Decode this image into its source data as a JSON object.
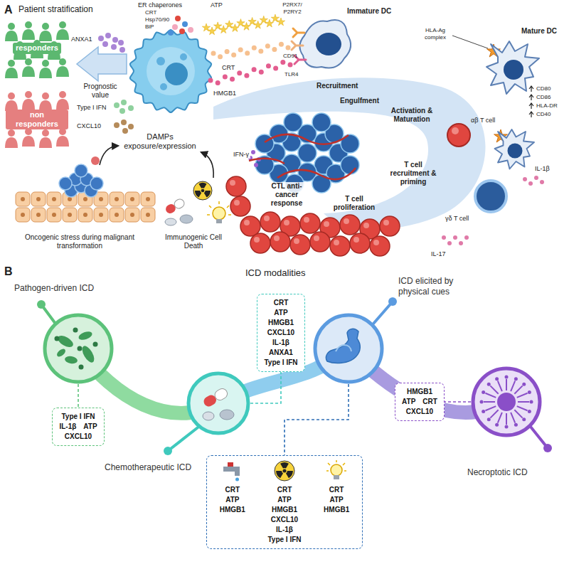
{
  "diagram": {
    "nodes": [
      {
        "text": [
          "responders"
        ]
      },
      {
        "text": [
          "non responders"
        ]
      },
      {
        "text": [
          "Pathogen-driven ICD"
        ]
      },
      {
        "text": [
          "Chemotherapeutic ICD"
        ]
      },
      {
        "text": [
          "ICD elicited by physical cues"
        ]
      },
      {
        "text": [
          "Necroptotic ICD"
        ]
      },
      {
        "text": [
          "CRT",
          "ATP",
          "HMGB1",
          "CXCL10",
          "IL-1β",
          "ANXA1",
          "Type I IFN"
        ]
      },
      {
        "text": [
          "Type I IFN",
          "IL-1β",
          "ATP",
          "CXCL10"
        ]
      },
      {
        "text": [
          "HMGB1",
          "ATP",
          "CRT",
          "CXCL10"
        ]
      },
      {
        "text": [
          "CRT",
          "ATP",
          "HMGB1",
          "CRT",
          "ATP",
          "HMGB1",
          "CXCL10",
          "IL-1β",
          "Type I IFN",
          "CRT",
          "ATP",
          "HMGB1"
        ]
      }
    ],
    "edges": [
      {
        "from": 2,
        "to": 7,
        "arrow": "none"
      },
      {
        "from": 3,
        "to": 6,
        "arrow": "none"
      },
      {
        "from": 4,
        "to": 9,
        "arrow": "none"
      },
      {
        "from": 5,
        "to": 8,
        "arrow": "none"
      }
    ],
    "labels": [
      "A",
      "Patient stratification",
      "Prognostic value",
      "ER chaperones",
      "CRT",
      "Hsp70/90",
      "BiP",
      "ATP",
      "P2RX7/ P2RY2",
      "Immature DC",
      "ANXA1",
      "CRT",
      "CD91",
      "HMGB1",
      "TLR4",
      "Type I IFN",
      "CXCL10",
      "Recruitment",
      "Engulfment",
      "HLA-Ag complex",
      "Mature DC",
      "CD80",
      "CD86",
      "HLA-DR",
      "CD40",
      "Activation & Maturation",
      "αβ T cell",
      "DAMPs exposure/expression",
      "IFN-γ",
      "CTL anti-cancer response",
      "T cell proliferation",
      "T cell recruitment & priming",
      "IL-1β",
      "IL-17",
      "γδ T cell",
      "Oncogenic stress during malignant transformation",
      "Immunogenic Cell Death",
      "B",
      "ICD modalities"
    ]
  }
}
